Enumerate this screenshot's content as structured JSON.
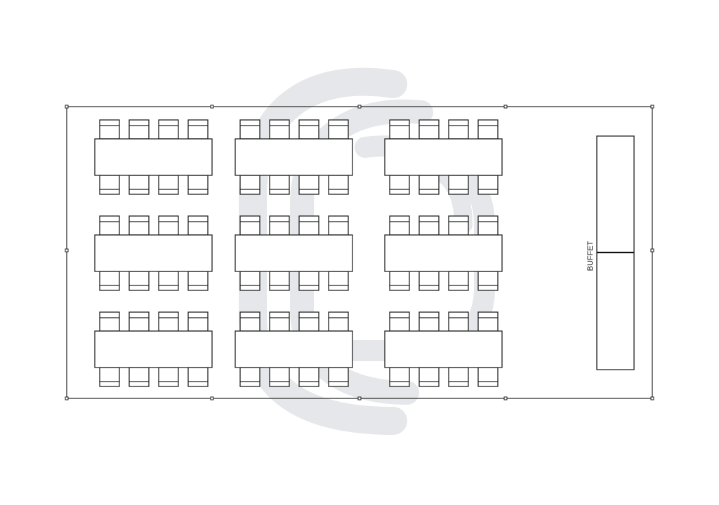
{
  "floor_plan": {
    "buffet_label": "BUFFET",
    "table_grid": {
      "rows": 3,
      "columns": 3
    },
    "chairs_per_side": 4,
    "colors": {
      "line": "#222222",
      "watermark": "#e6e7ea",
      "background": "#ffffff"
    },
    "watermark_icon": "stylized-c-logo"
  }
}
